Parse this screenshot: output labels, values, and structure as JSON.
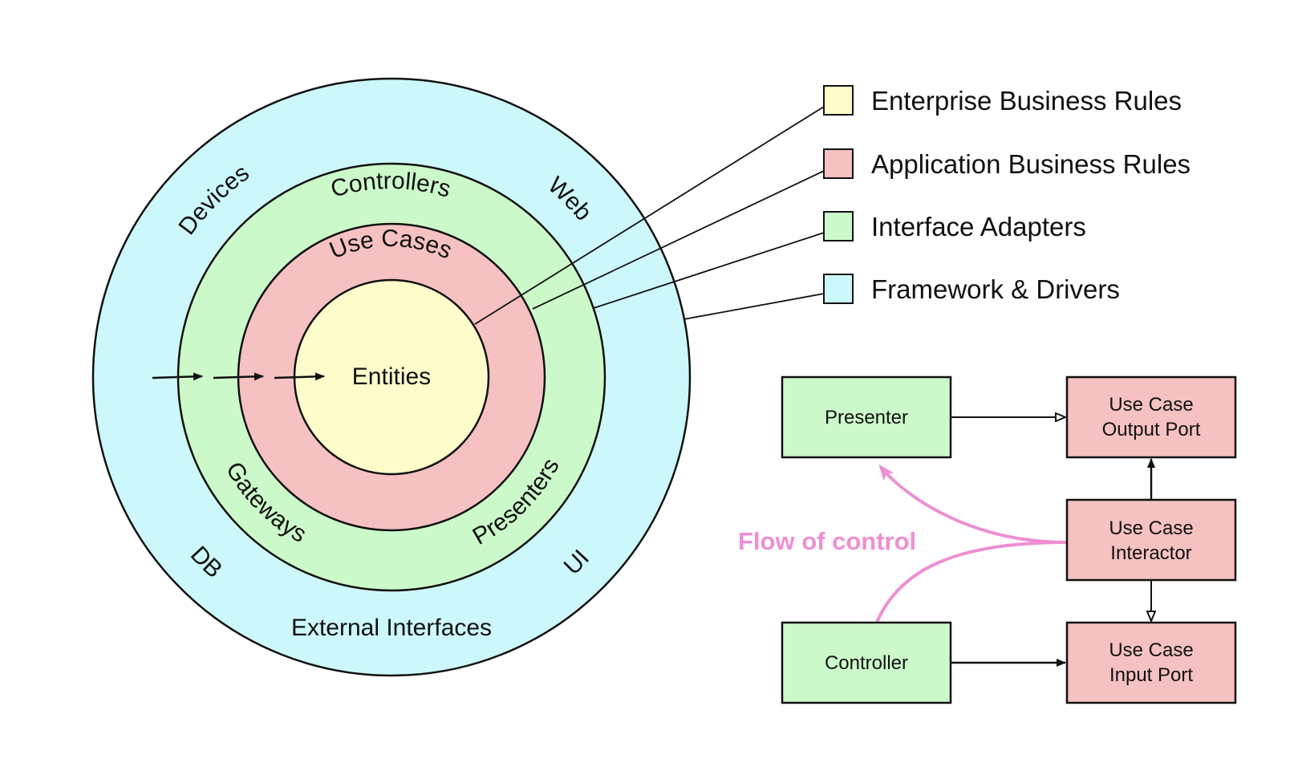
{
  "colors": {
    "enterprise": "#fdfccb",
    "application": "#f5c1c1",
    "adapters": "#ccf9c9",
    "frameworks": "#cdf8fb",
    "stroke": "#111111",
    "flow": "#ee8fd3"
  },
  "rings": {
    "entities": "Entities",
    "use_cases": "Use Cases",
    "controllers": "Controllers",
    "gateways": "Gateways",
    "presenters": "Presenters",
    "devices": "Devices",
    "web": "Web",
    "db": "DB",
    "ui": "UI",
    "external": "External Interfaces"
  },
  "legend": [
    {
      "label": "Enterprise Business Rules",
      "color": "#fdfccb"
    },
    {
      "label": "Application Business Rules",
      "color": "#f5c1c1"
    },
    {
      "label": "Interface Adapters",
      "color": "#ccf9c9"
    },
    {
      "label": "Framework & Drivers",
      "color": "#cdf8fb"
    }
  ],
  "boxes": {
    "presenter": {
      "line1": "Presenter"
    },
    "controller": {
      "line1": "Controller"
    },
    "output_port": {
      "line1": "Use Case",
      "line2": "Output Port"
    },
    "interactor": {
      "line1": "Use Case",
      "line2": "Interactor"
    },
    "input_port": {
      "line1": "Use Case",
      "line2": "Input Port"
    }
  },
  "flow_label": "Flow of control"
}
